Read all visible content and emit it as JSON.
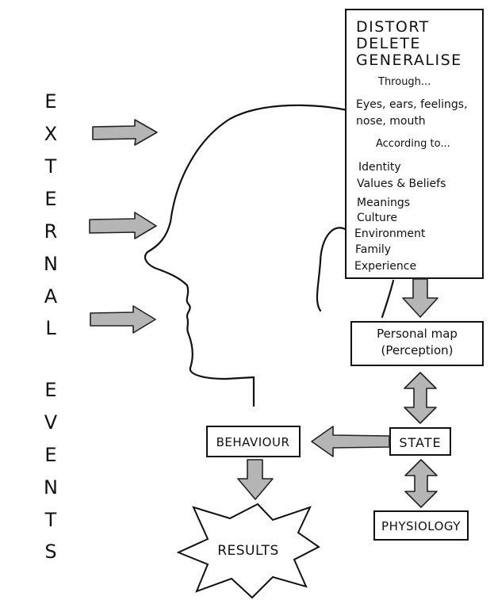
{
  "external_events": {
    "word1": [
      "E",
      "X",
      "T",
      "E",
      "R",
      "N",
      "A",
      "L"
    ],
    "word2": [
      "E",
      "V",
      "E",
      "N",
      "T",
      "S"
    ]
  },
  "filter_box": {
    "actions": [
      "DISTORT",
      "DELETE",
      "GENERALISE"
    ],
    "through_label": "Through...",
    "senses": [
      "Eyes, ears, feelings,",
      "nose, mouth"
    ],
    "according_label": "According to...",
    "filters": [
      "Identity",
      "Values & Beliefs",
      "Meanings",
      "Culture",
      "Environment",
      "Family",
      "Experience"
    ]
  },
  "personal_map": [
    "Personal map",
    "(Perception)"
  ],
  "state": "STATE",
  "behaviour": "BEHAVIOUR",
  "physiology": "PHYSIOLOGY",
  "results": "RESULTS"
}
